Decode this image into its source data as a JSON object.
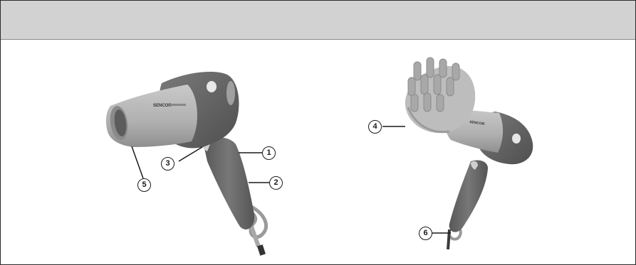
{
  "figure_left": {
    "brand_label": "SENCOR",
    "callouts": [
      "1",
      "2",
      "3",
      "5"
    ]
  },
  "figure_right": {
    "brand_label": "SENCOR",
    "callouts": [
      "4",
      "6"
    ]
  },
  "colors": {
    "body_dark": "#6b6b6b",
    "body_light": "#b4b4b4",
    "header_band": "#d2d2d2"
  }
}
